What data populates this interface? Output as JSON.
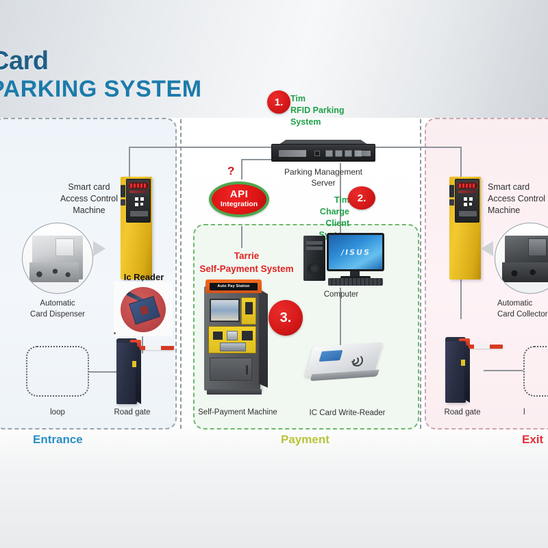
{
  "header": {
    "title_line1": "Card",
    "title_line2": "PARKING SYSTEM"
  },
  "zones": {
    "entrance_label": "Entrance",
    "payment_label": "Payment",
    "exit_label": "Exit"
  },
  "callouts": [
    {
      "number": "1.",
      "text": "Tim\nRFID Parking\nSystem",
      "color": "#21a04a"
    },
    {
      "number": "2.",
      "text": "Tim\nCharge Client\nSystem",
      "color": "#21a04a"
    },
    {
      "number": "3.",
      "text": "Tarrie\nSelf-Payment System",
      "color": "#e02222"
    }
  ],
  "badges": {
    "one": "1.",
    "two": "2.",
    "three": "3."
  },
  "api_node": {
    "line1": "API",
    "line2": "Integration",
    "question_mark": "?",
    "fill_color": "#dd1414",
    "border_color": "#4da64d"
  },
  "green_text": {
    "rfid_system": "Tim\nRFID Parking\nSystem",
    "charge_client": "Tim\nCharge Client\nSystem"
  },
  "red_text": {
    "tarrie": "Tarrie\nSelf-Payment System"
  },
  "nodes": {
    "server": {
      "caption": "Parking Management Server"
    },
    "entrance_kiosk": {
      "caption": "Smart card\nAccess Control\nMachine"
    },
    "entrance_dispenser": {
      "caption": "Automatic\nCard Dispenser"
    },
    "ic_reader": {
      "caption": "Ic Reader"
    },
    "entrance_loop": {
      "caption": "loop"
    },
    "entrance_gate": {
      "caption": "Road gate"
    },
    "self_payment_machine": {
      "caption": "Self-Payment Machine",
      "banner": "Auto Pay Station"
    },
    "computer": {
      "caption": "Computer",
      "brand": "/ISUS"
    },
    "ic_card_reader": {
      "caption": "IC Card Write-Reader"
    },
    "exit_kiosk": {
      "caption": "Smart card\nAccess Control\nMachine"
    },
    "exit_collector": {
      "caption": "Automatic\nCard Collector"
    },
    "exit_gate": {
      "caption": "Road gate"
    },
    "exit_loop": {
      "caption": "l"
    }
  },
  "colors": {
    "entrance_accent": "#2a8fc4",
    "payment_accent": "#b8c439",
    "exit_accent": "#e0303a",
    "title_accent": "#1b7bab",
    "connector": "#8e9499"
  }
}
